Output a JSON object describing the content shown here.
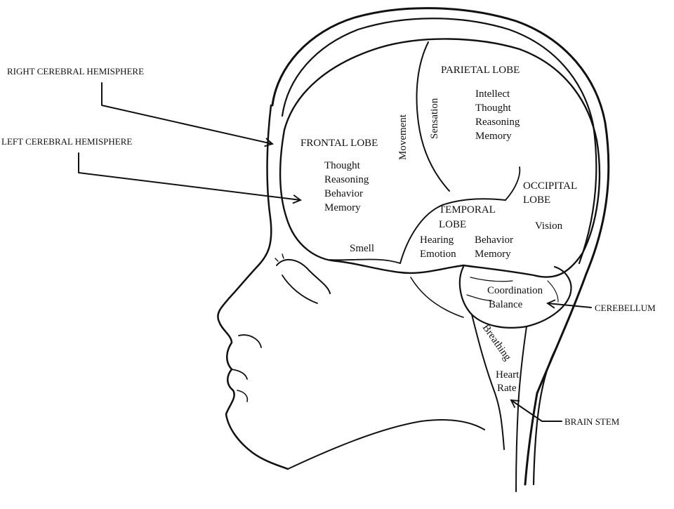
{
  "callouts": {
    "right_hemisphere": "RIGHT CEREBRAL HEMISPHERE",
    "left_hemisphere": "LEFT CEREBRAL HEMISPHERE",
    "cerebellum": "CEREBELLUM",
    "brain_stem": "BRAIN STEM"
  },
  "frontal": {
    "title": "FRONTAL LOBE",
    "functions": [
      "Thought",
      "Reasoning",
      "Behavior",
      "Memory"
    ],
    "smell": "Smell",
    "movement": "Movement"
  },
  "parietal": {
    "title": "PARIETAL LOBE",
    "sensation": "Sensation",
    "functions": [
      "Intellect",
      "Thought",
      "Reasoning",
      "Memory"
    ]
  },
  "occipital": {
    "title_line1": "OCCIPITAL",
    "title_line2": "LOBE",
    "vision": "Vision"
  },
  "temporal": {
    "title_line1": "TEMPORAL",
    "title_line2": "LOBE",
    "col1": [
      "Hearing",
      "Emotion"
    ],
    "col2": [
      "Behavior",
      "Memory"
    ]
  },
  "cerebellum": {
    "functions": [
      "Coordination",
      "Balance"
    ]
  },
  "brain_stem": {
    "breathing": "Breathing",
    "heart": "Heart",
    "rate": "Rate"
  }
}
